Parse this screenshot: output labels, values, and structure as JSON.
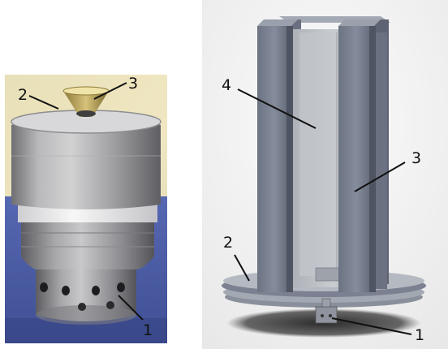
{
  "photo_panel": {
    "callouts": [
      {
        "id": "1",
        "text": "1"
      },
      {
        "id": "2",
        "text": "2"
      },
      {
        "id": "3",
        "text": "3"
      }
    ],
    "colors": {
      "background": "#ece3b8",
      "tablecloth": "#4a5ea8",
      "metal": "#a8a9ab",
      "ring": "#f2f2f2"
    }
  },
  "cad_panel": {
    "callouts": [
      {
        "id": "1",
        "text": "1"
      },
      {
        "id": "2",
        "text": "2"
      },
      {
        "id": "3",
        "text": "3"
      },
      {
        "id": "4",
        "text": "4"
      }
    ],
    "colors": {
      "background": "#f4f4f4",
      "part": "#7a8191",
      "shadow": "#3a3a3a"
    }
  }
}
